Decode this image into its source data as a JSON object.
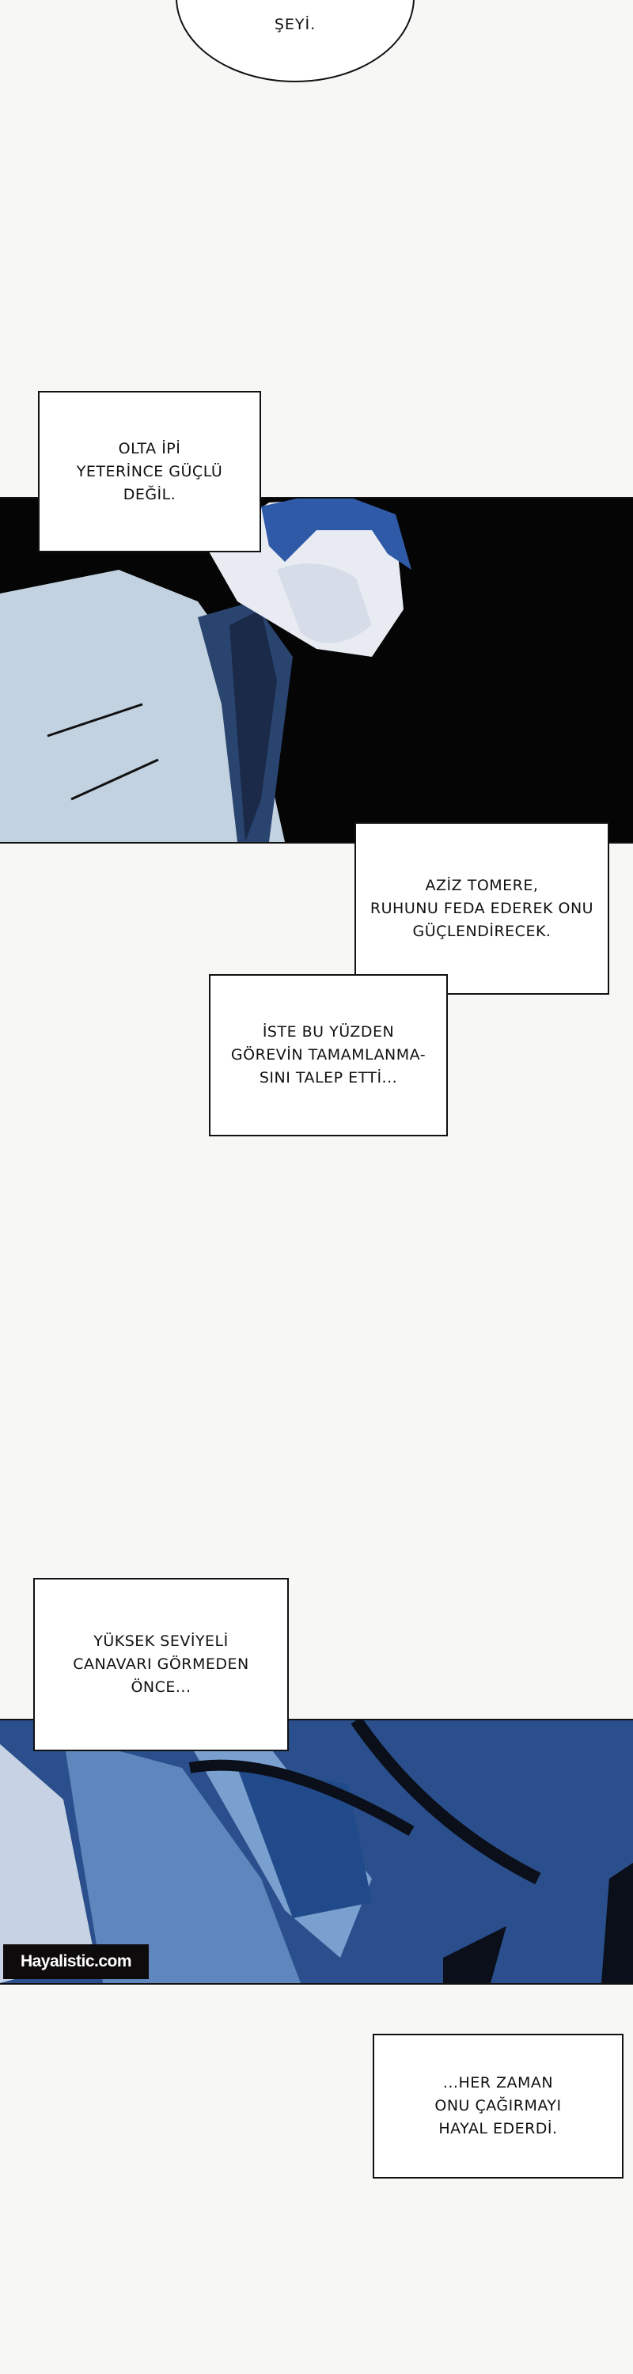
{
  "speech_bubble": {
    "text": "ŞEYİ."
  },
  "captions": [
    {
      "text": "OLTA İPİ\nYETERİNCE GÜÇLÜ\nDEĞİL."
    },
    {
      "text": "AZİZ TOMERE,\nRUHUNU FEDA EDEREK ONU\nGÜÇLENDİRECEK."
    },
    {
      "text": "İSTE BU YÜZDEN\nGÖREVİN TAMAMLANMA-\nSINI TALEP ETTİ..."
    },
    {
      "text": "YÜKSEK SEVİYELİ\nCANAVARI GÖRMEDEN\nÖNCE..."
    },
    {
      "text": "...HER ZAMAN\nONU ÇAĞIRMAYI\nHAYAL EDERDİ."
    }
  ],
  "watermark": {
    "text": "Hayalistic.com"
  },
  "colors": {
    "panel_dark": "#050505",
    "hair_blue": "#2f5aa8",
    "coat_light": "#c9d6e4",
    "closeup_blue": "#2a4f8c"
  }
}
